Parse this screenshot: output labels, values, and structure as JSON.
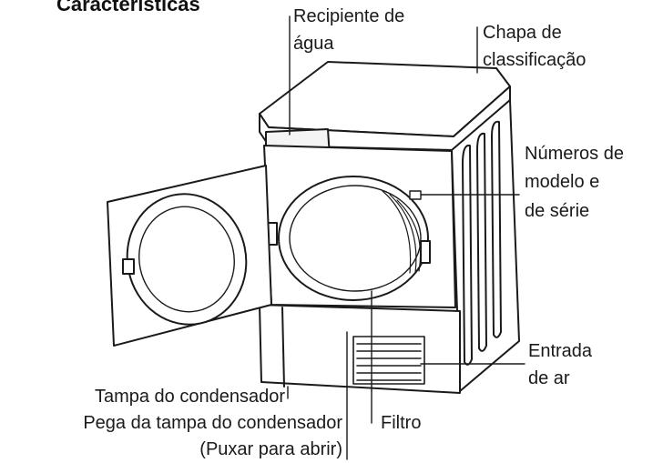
{
  "title": "Características",
  "labels": {
    "water_container": [
      "Recipiente de",
      "água"
    ],
    "rating_plate": [
      "Chapa de",
      "classificação"
    ],
    "model_serial": [
      "Números de",
      "modelo e",
      "de série"
    ],
    "air_inlet": [
      "Entrada",
      "de ar"
    ],
    "condenser_cover": "Tampa do condensador",
    "condenser_handle": "Pega da tampa do condensador",
    "pull_to_open": "(Puxar para abrir)",
    "filter": "Filtro"
  }
}
